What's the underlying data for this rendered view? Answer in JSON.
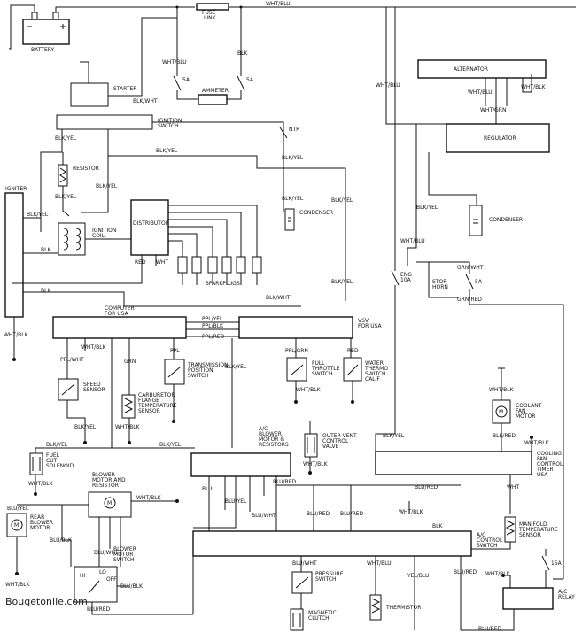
{
  "labels": {
    "battery": "BATTERY",
    "fuse_link": "FUSE\nLINK",
    "wht_blu_top": "WHT/BLU",
    "wht_blu_1": "WHT/BLU",
    "blk_1": "BLK",
    "fuse_5a_1": "5A",
    "fuse_5a_2": "5A",
    "ammeter": "AMMETER",
    "starter": "STARTER",
    "blk_wht_1": "BLK/WHT",
    "ignition_switch": "IGNITION\nSWITCH",
    "blk_yel_1": "BLK/YEL",
    "blk_yel_2": "BLK/YEL",
    "resistor": "RESISTOR",
    "blk_yel_3": "BLK/YEL",
    "blk_yel_4": "BLK/YEL",
    "igniter": "IGNITER",
    "blk_yel_5": "BLK/YEL",
    "ignition_coil": "IGNITION\nCOIL",
    "distributor": "DISTRIBUTOR",
    "blk_2": "BLK",
    "red_1": "RED",
    "wht_1": "WHT",
    "sparkplugs": "SPARKPLUGS",
    "blk_3": "BLK",
    "wht_blk_1": "WHT/BLK",
    "ntr": "NTR",
    "blk_yel_6": "BLK/YEL",
    "blk_yel_7": "BLK/YEL",
    "condenser_1": "CONDENSER",
    "blk_yel_8": "BLK/YEL",
    "alternator": "ALTERNATOR",
    "wht_blu_2": "WHT/BLU",
    "wht_blu_3": "WHT/BLU",
    "wht_blk_2": "WHT/BLK",
    "wht_grn": "WHT/GRN",
    "regulator": "REGULATOR",
    "blk_yel_9": "BLK/YEL",
    "condenser_2": "CONDENSER",
    "wht_blu_4": "WHT/BLU",
    "eng_10a": "ENG\n10A",
    "grn_wht": "GRN/WHT",
    "stop_horn": "STOP\nHORN",
    "fuse_5a_3": "5A",
    "grn_red": "GRN/RED",
    "blk_wht_2": "BLK/WHT",
    "computer_usa": "COMPUTER\nFOR USA",
    "vsv_usa": "VSV\nFOR USA",
    "ppl_yel": "PPL/YEL",
    "ppl_blk": "PPL/BLK",
    "ppl_red": "PPL/RED",
    "ppl_wht": "PPL/WHT",
    "grn": "GRN",
    "ppl": "PPL",
    "transmission_position_switch": "TRANSMISSION\nPOSITION\nSWITCH",
    "speed_sensor": "SPEED\nSENSOR",
    "blk_yel_10": "BLK/YEL",
    "wht_blk_3": "WHT/BLK",
    "carburetor_temp_sensor": "CARBURETOR\nFLANGE\nTEMPERATURE\nSENSOR",
    "wht_blk_4": "WHT/BLK",
    "ppl_grn": "PPL/GRN",
    "full_throttle_switch": "FULL\nTHROTTLE\nSWITCH",
    "red_2": "RED",
    "water_thermo_switch": "WATER\nTHERMO\nSWITCH\nCALIF",
    "wht_blk_5": "WHT/BLK",
    "wht_blk_6": "WHT/BLK",
    "coolant_fan_motor": "COOLANT\nFAN\nMOTOR",
    "blk_red_1": "BLK/RED",
    "wht_blk_7": "WHT/BLK",
    "cooling_fan_timer": "COOLING\nFAN\nCONTROL\nTIMER\nUSA",
    "blk_yel_11": "BLK/YEL",
    "blk_yel_12": "BLK/YEL",
    "fuel_cut_solenoid": "FUEL\nCUT\nSOLENOID",
    "wht_blk_8": "WHT/BLK",
    "ac_blower_resistors": "A/C\nBLOWER\nMOTOR &\nRESISTORS",
    "outer_vent_valve": "OUTER VENT\nCONTROL\nVALVE",
    "wht_blk_9": "WHT/BLK",
    "blk_yel_13": "BLK/YEL",
    "blower_motor_resistor": "BLOWER\nMOTOR AND\nRESISTOR",
    "wht_blk_10": "WHT/BLK",
    "blu": "BLU",
    "blu_red_1": "BLU/RED",
    "blu_yel": "BLU/YEL",
    "blu_wht_1": "BLU/WHT",
    "blu_red_2": "BLU/RED",
    "blu_red_3": "BLU/RED",
    "wht_blk_11": "WHT/BLK",
    "blu_red_4": "BLU/RED",
    "wht": "WHT",
    "manifold_temp_sensor": "MANIFOLD\nTEMPERATURE\nSENSOR",
    "blk_4": "BLK",
    "ac_control_switch": "A/C\nCONTROL\nSWITCH",
    "blu_yel_2": "BLU/YEL",
    "rear_blower_motor": "REAR\nBLOWER\nMOTOR",
    "blu_blk": "BLU/BLK",
    "blu_wht_2": "BLU/WHT",
    "blower_motor_switch": "BLOWER\nMOTOR\nSWITCH",
    "hi": "HI",
    "lo": "LO",
    "off": "OFF",
    "blu_blk_2": "BLU/BLK",
    "blu_red_5": "BLU/RED",
    "wht_blk_12": "WHT/BLK",
    "blu_wht_3": "BLU/WHT",
    "pressure_switch": "PRESSURE\nSWITCH",
    "magnetic_clutch": "MAGNETIC\nCLUTCH",
    "wht_blu_5": "WHT/BLU",
    "thermistor": "THERMISTOR",
    "yel_blu": "YEL/BLU",
    "blu_red_6": "BLU/RED",
    "blu_red_7": "BLU/RED",
    "fuse_15a": "15A",
    "ac_relay": "A/C\nRELAY",
    "blu_red_8": "BLU/RED",
    "wht_blk_13": "WHT/BLK"
  },
  "watermark": "Bougetonile.com"
}
